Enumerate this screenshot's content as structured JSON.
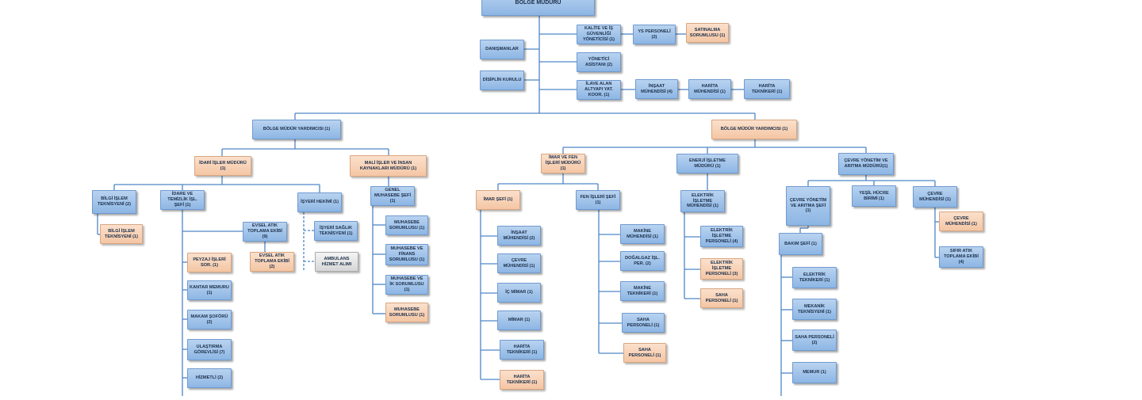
{
  "colors": {
    "blue": "#8db6e4",
    "peach": "#f4c6a4",
    "grey": "#d6d6d6",
    "line": "#4f86c6"
  },
  "nodes": {
    "bolge_muduru": "BÖLGE MÜDÜRÜ",
    "danismanlar": "DANIŞMANLAR",
    "disiplin_kurulu": "DİSİPLİN KURULU",
    "kalite_is_guvenligi": "KALİTE VE İŞ GÜVENLİĞİ YÖNETİCİSİ (1)",
    "ys_personeli": "YS PERSONELİ (2)",
    "satinalma_sorumlusu": "SATINALMA SORUMLUSU (1)",
    "yonetici_asistani": "YÖNETİCİ ASİSTANI (2)",
    "ilave_alan": "İLAVE ALAN ALTYAPI YAT. KOOR. (1)",
    "insaat_muh_top": "İNŞAAT MÜHENDİSİ (4)",
    "harita_muh_top": "HARİTA MÜHENDİSİ (1)",
    "harita_tek_top": "HARİTA TEKNİKERİ (1)",
    "bmy_left": "BÖLGE MÜDÜR YARDIMCISI (1)",
    "bmy_right": "BÖLGE MÜDÜR YARDIMCISI (1)",
    "idari_isler": "İDARİ İŞLER MÜDÜRÜ (1)",
    "mali_isler": "MALİ İŞLER VE İNSAN KAYNAKLARI MÜDÜRÜ (1)",
    "bilgi_islem_tek_1": "BİLGİ İŞLEM TEKNİSYENİ (2)",
    "bilgi_islem_tek_2": "BİLGİ İŞLEM TEKNİSYENİ (1)",
    "idare_temizlik": "İDARE VE TEMİZLİK İŞL. ŞEFİ (1)",
    "isyeri_hekimi": "İŞYERİ HEKİMİ (1)",
    "isyeri_saglik": "İŞYERİ SAĞLIK TEKNİSYENİ (1)",
    "ambulans": "AMBULANS HİZMET ALIMI",
    "evsel_atik_1": "EVSEL ATIK TOPLAMA EKİBİ (9)",
    "evsel_atik_2": "EVSEL ATIK TOPLAMA EKİBİ (2)",
    "peyzaj": "PEYZAJ İŞLERİ SOR. (1)",
    "kantar": "KANTAR MEMURU (1)",
    "makam_soforu": "MAKAM ŞOFÖRÜ (2)",
    "ulastirma": "ULAŞTIRMA GÖREVLİSİ (7)",
    "hizmetli": "HİZMETLİ (2)",
    "genel_muhasebe": "GENEL MUHASEBE ŞEFİ (1)",
    "muhasebe_sor_1": "MUHASEBE SORUMLUSU (1)",
    "muhasebe_finans": "MUHASEBE VE FİNANS SORUMLUSU (1)",
    "muhasebe_ik": "MUHASEBE VE İK SORUMLUSU (1)",
    "muhasebe_sor_2": "MUHASEBE SORUMLUSU (1)",
    "imar_fen": "İMAR VE FEN İŞLERİ MÜDÜRÜ (1)",
    "imar_sefi": "İMAR ŞEFİ (1)",
    "fen_isleri_sefi": "FEN İŞLERİ ŞEFİ (1)",
    "imar_insaat": "İNŞAAT MÜHENDİSİ (2)",
    "imar_cevre": "ÇEVRE MÜHENDİSİ (1)",
    "ic_mimar": "İÇ MİMAR (1)",
    "mimar": "MİMAR (1)",
    "imar_harita_1": "HARİTA TEKNİKERİ (1)",
    "imar_harita_2": "HARİTA TEKNİKERİ (1)",
    "makine_muh": "MAKİNE MÜHENDİSİ (1)",
    "dogalgaz": "DOĞALGAZ İŞL. PER. (2)",
    "makine_tek": "MAKİNE TEKNİKERİ (1)",
    "fen_saha_1": "SAHA PERSONELİ (1)",
    "fen_saha_2": "SAHA PERSONELİ (1)",
    "enerji_isletme": "ENERJİ İŞLETME MÜDÜRÜ (1)",
    "elektrik_isletme_muh": "ELEKTRİK İŞLETME MÜHENDİSİ (1)",
    "elektrik_isletme_per_1": "ELEKTRİK İŞLETME PERSONELİ (4)",
    "elektrik_isletme_per_2": "ELEKTRİK İŞLETME PERSONELİ (3)",
    "enerji_saha": "SAHA PERSONELİ (1)",
    "cevre_yonetim_mud": "ÇEVRE YÖNETİM VE ARITMA MÜDÜRÜ(1)",
    "cevre_yonetim_sef": "ÇEVRE YÖNETİM VE ARITMA ŞEFİ (1)",
    "yesil_hucre": "YEŞİL HÜCRE BİRİMİ (1)",
    "cevre_muh_1": "ÇEVRE MÜHENDİSİ (1)",
    "cevre_muh_2": "ÇEVRE MÜHENDİSİ (1)",
    "sifir_atik": "SIFIR ATIK TOPLAMA EKİBİ (4)",
    "bakim_sefi": "BAKIM ŞEFİ (1)",
    "elektrik_tek": "ELEKTRİK TEKNİKERİ (1)",
    "mekanik_tek": "MEKANİK TEKNİSYENİ (1)",
    "cevre_saha": "SAHA PERSONELİ (2)",
    "memur": "MEMUR (1)"
  }
}
